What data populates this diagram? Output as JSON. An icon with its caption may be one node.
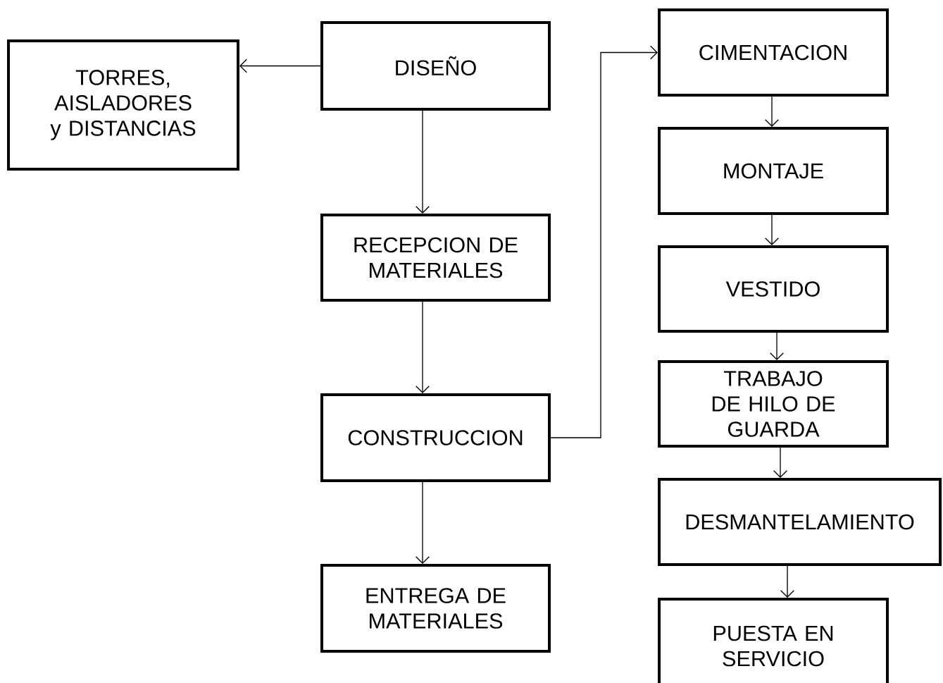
{
  "diagram": {
    "nodes": [
      {
        "text": [
          "DISEÑO"
        ]
      },
      {
        "text": [
          "TORRES, AISLADORES y DISTANCIAS"
        ]
      },
      {
        "text": [
          "RECEPCION DE MATERIALES"
        ]
      },
      {
        "text": [
          "CONSTRUCCION"
        ]
      },
      {
        "text": [
          "ENTREGA DE MATERIALES"
        ]
      },
      {
        "text": [
          "CIMENTACION"
        ]
      },
      {
        "text": [
          "MONTAJE"
        ]
      },
      {
        "text": [
          "VESTIDO"
        ]
      },
      {
        "text": [
          "TRABAJO DE HILO DE GUARDA"
        ]
      },
      {
        "text": [
          "DESMANTELAMIENTO"
        ]
      },
      {
        "text": [
          "PUESTA EN SERVICIO"
        ]
      }
    ],
    "edges": [
      {
        "from": 0,
        "to": 1,
        "arrow": "to"
      },
      {
        "from": 0,
        "to": 2,
        "arrow": "to"
      },
      {
        "from": 2,
        "to": 3,
        "arrow": "to"
      },
      {
        "from": 3,
        "to": 4,
        "arrow": "to"
      },
      {
        "from": 3,
        "to": 5,
        "arrow": "to"
      },
      {
        "from": 5,
        "to": 6,
        "arrow": "to"
      },
      {
        "from": 6,
        "to": 7,
        "arrow": "to"
      },
      {
        "from": 7,
        "to": 8,
        "arrow": "to"
      },
      {
        "from": 8,
        "to": 9,
        "arrow": "to"
      },
      {
        "from": 9,
        "to": 10,
        "arrow": "to"
      }
    ]
  }
}
